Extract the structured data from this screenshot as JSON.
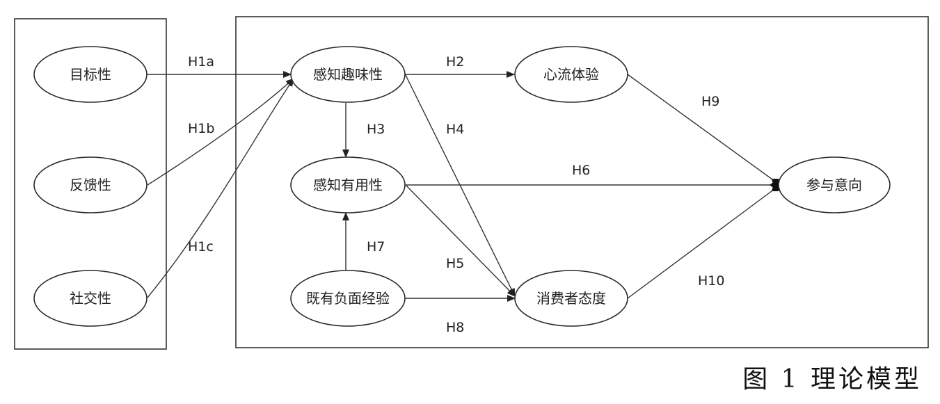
{
  "nodes": {
    "goal": "目标性",
    "feedback": "反馈性",
    "social": "社交性",
    "fun": "感知趣味性",
    "flow": "心流体验",
    "useful": "感知有用性",
    "neg": "既有负面经验",
    "attitude": "消费者态度",
    "intent": "参与意向"
  },
  "edges": {
    "h1a": "H1a",
    "h1b": "H1b",
    "h1c": "H1c",
    "h2": "H2",
    "h3": "H3",
    "h4": "H4",
    "h5": "H5",
    "h6": "H6",
    "h7": "H7",
    "h8": "H8",
    "h9": "H9",
    "h10": "H10"
  },
  "caption": "图 1 理论模型"
}
